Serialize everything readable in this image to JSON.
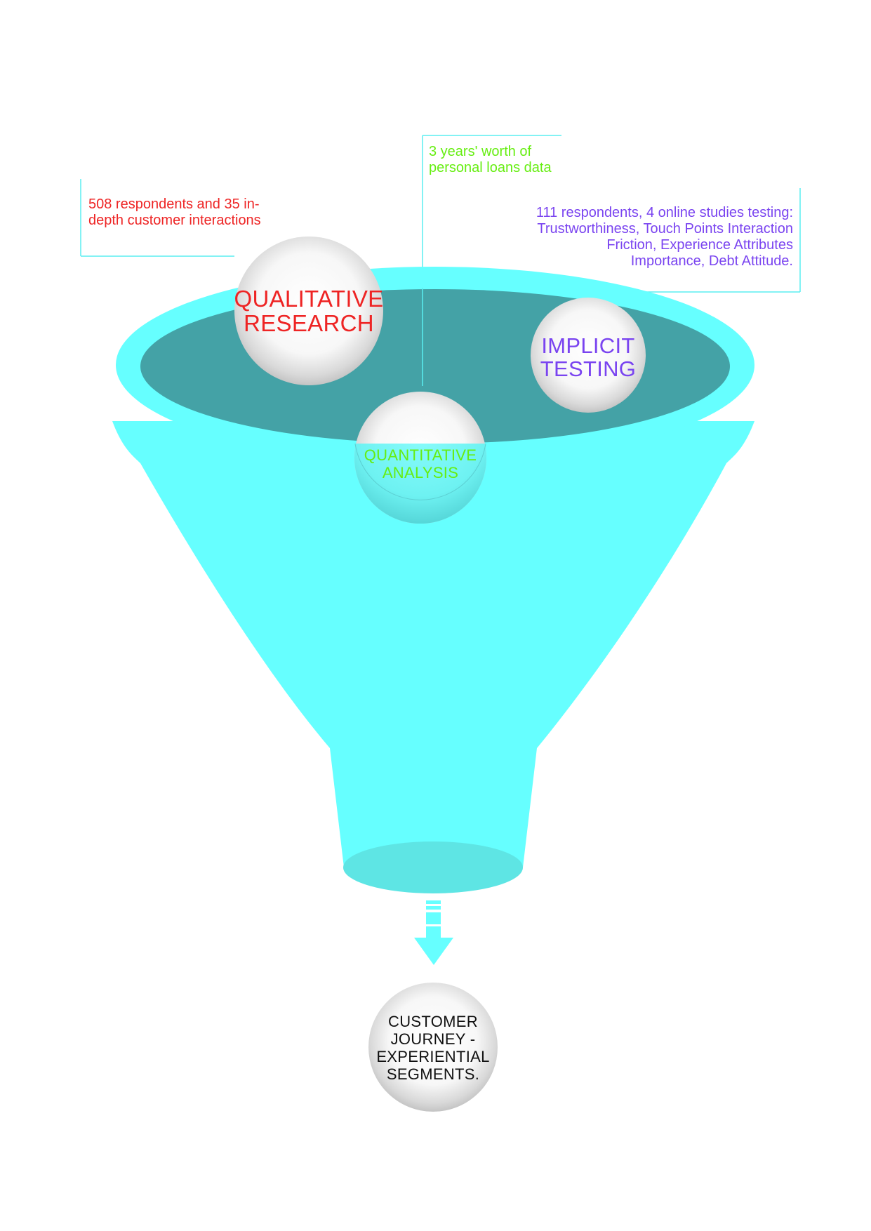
{
  "colors": {
    "funnel_light": "#66ffff",
    "funnel_dark": "#44a2a6",
    "funnel_outlet": "#5ee5e4",
    "callout_line": "#5aeef0",
    "qualitative": "#ee2424",
    "quantitative": "#66ee11",
    "implicit": "#7a44f0",
    "output_text": "#111111"
  },
  "inputs": [
    {
      "id": "qualitative",
      "label_lines": [
        "QUALITATIVE",
        "RESEARCH"
      ],
      "description": "508 respondents and 35 in-depth customer interactions"
    },
    {
      "id": "quantitative",
      "label_lines": [
        "QUANTITATIVE",
        "ANALYSIS"
      ],
      "description": "3 years' worth of personal loans data"
    },
    {
      "id": "implicit",
      "label_lines": [
        "IMPLICIT",
        "TESTING"
      ],
      "description": "111 respondents, 4 online studies testing: Trustworthiness, Touch Points Interaction Friction, Experience Attributes Importance, Debt Attitude."
    }
  ],
  "output": {
    "label_lines": [
      "CUSTOMER",
      "JOURNEY -",
      "EXPERIENTIAL",
      "SEGMENTS."
    ]
  },
  "icons": {
    "funnel": "funnel-icon",
    "arrow": "arrow-down-icon"
  }
}
